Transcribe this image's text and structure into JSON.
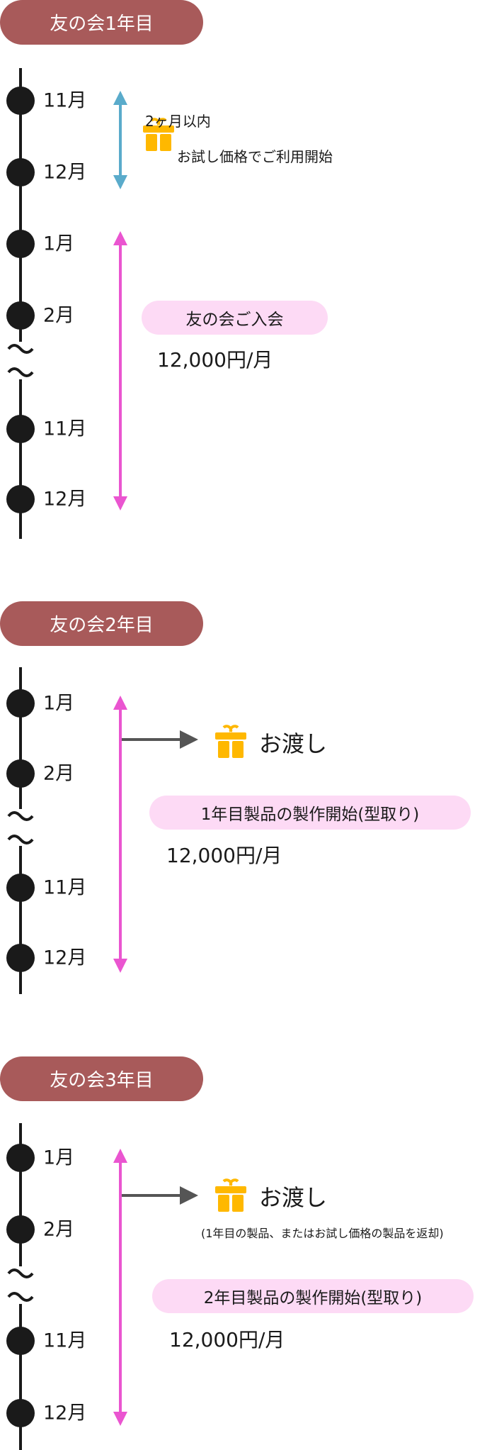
{
  "colors": {
    "pill": "#a85a5a",
    "blue_arrow": "#5aabcb",
    "pink_arrow": "#ea55d0",
    "pink_pill": "#fddaf5",
    "gift": "#ffb800",
    "grey_arrow": "#555555"
  },
  "year1": {
    "title": "友の会1年目",
    "months": [
      "11月",
      "12月",
      "1月",
      "2月",
      "11月",
      "12月"
    ],
    "trial_period": "2ヶ月以内",
    "trial_text": "お試し価格でご利用開始",
    "badge": "友の会ご入会",
    "price": "12,000円/月"
  },
  "year2": {
    "title": "友の会2年目",
    "months": [
      "1月",
      "2月",
      "11月",
      "12月"
    ],
    "handover": "お渡し",
    "badge": "1年目製品の製作開始(型取り)",
    "price": "12,000円/月"
  },
  "year3": {
    "title": "友の会3年目",
    "months": [
      "1月",
      "2月",
      "11月",
      "12月"
    ],
    "handover": "お渡し",
    "handover_note": "(1年目の製品、またはお試し価格の製品を返却)",
    "badge": "2年目製品の製作開始(型取り)",
    "price": "12,000円/月"
  }
}
